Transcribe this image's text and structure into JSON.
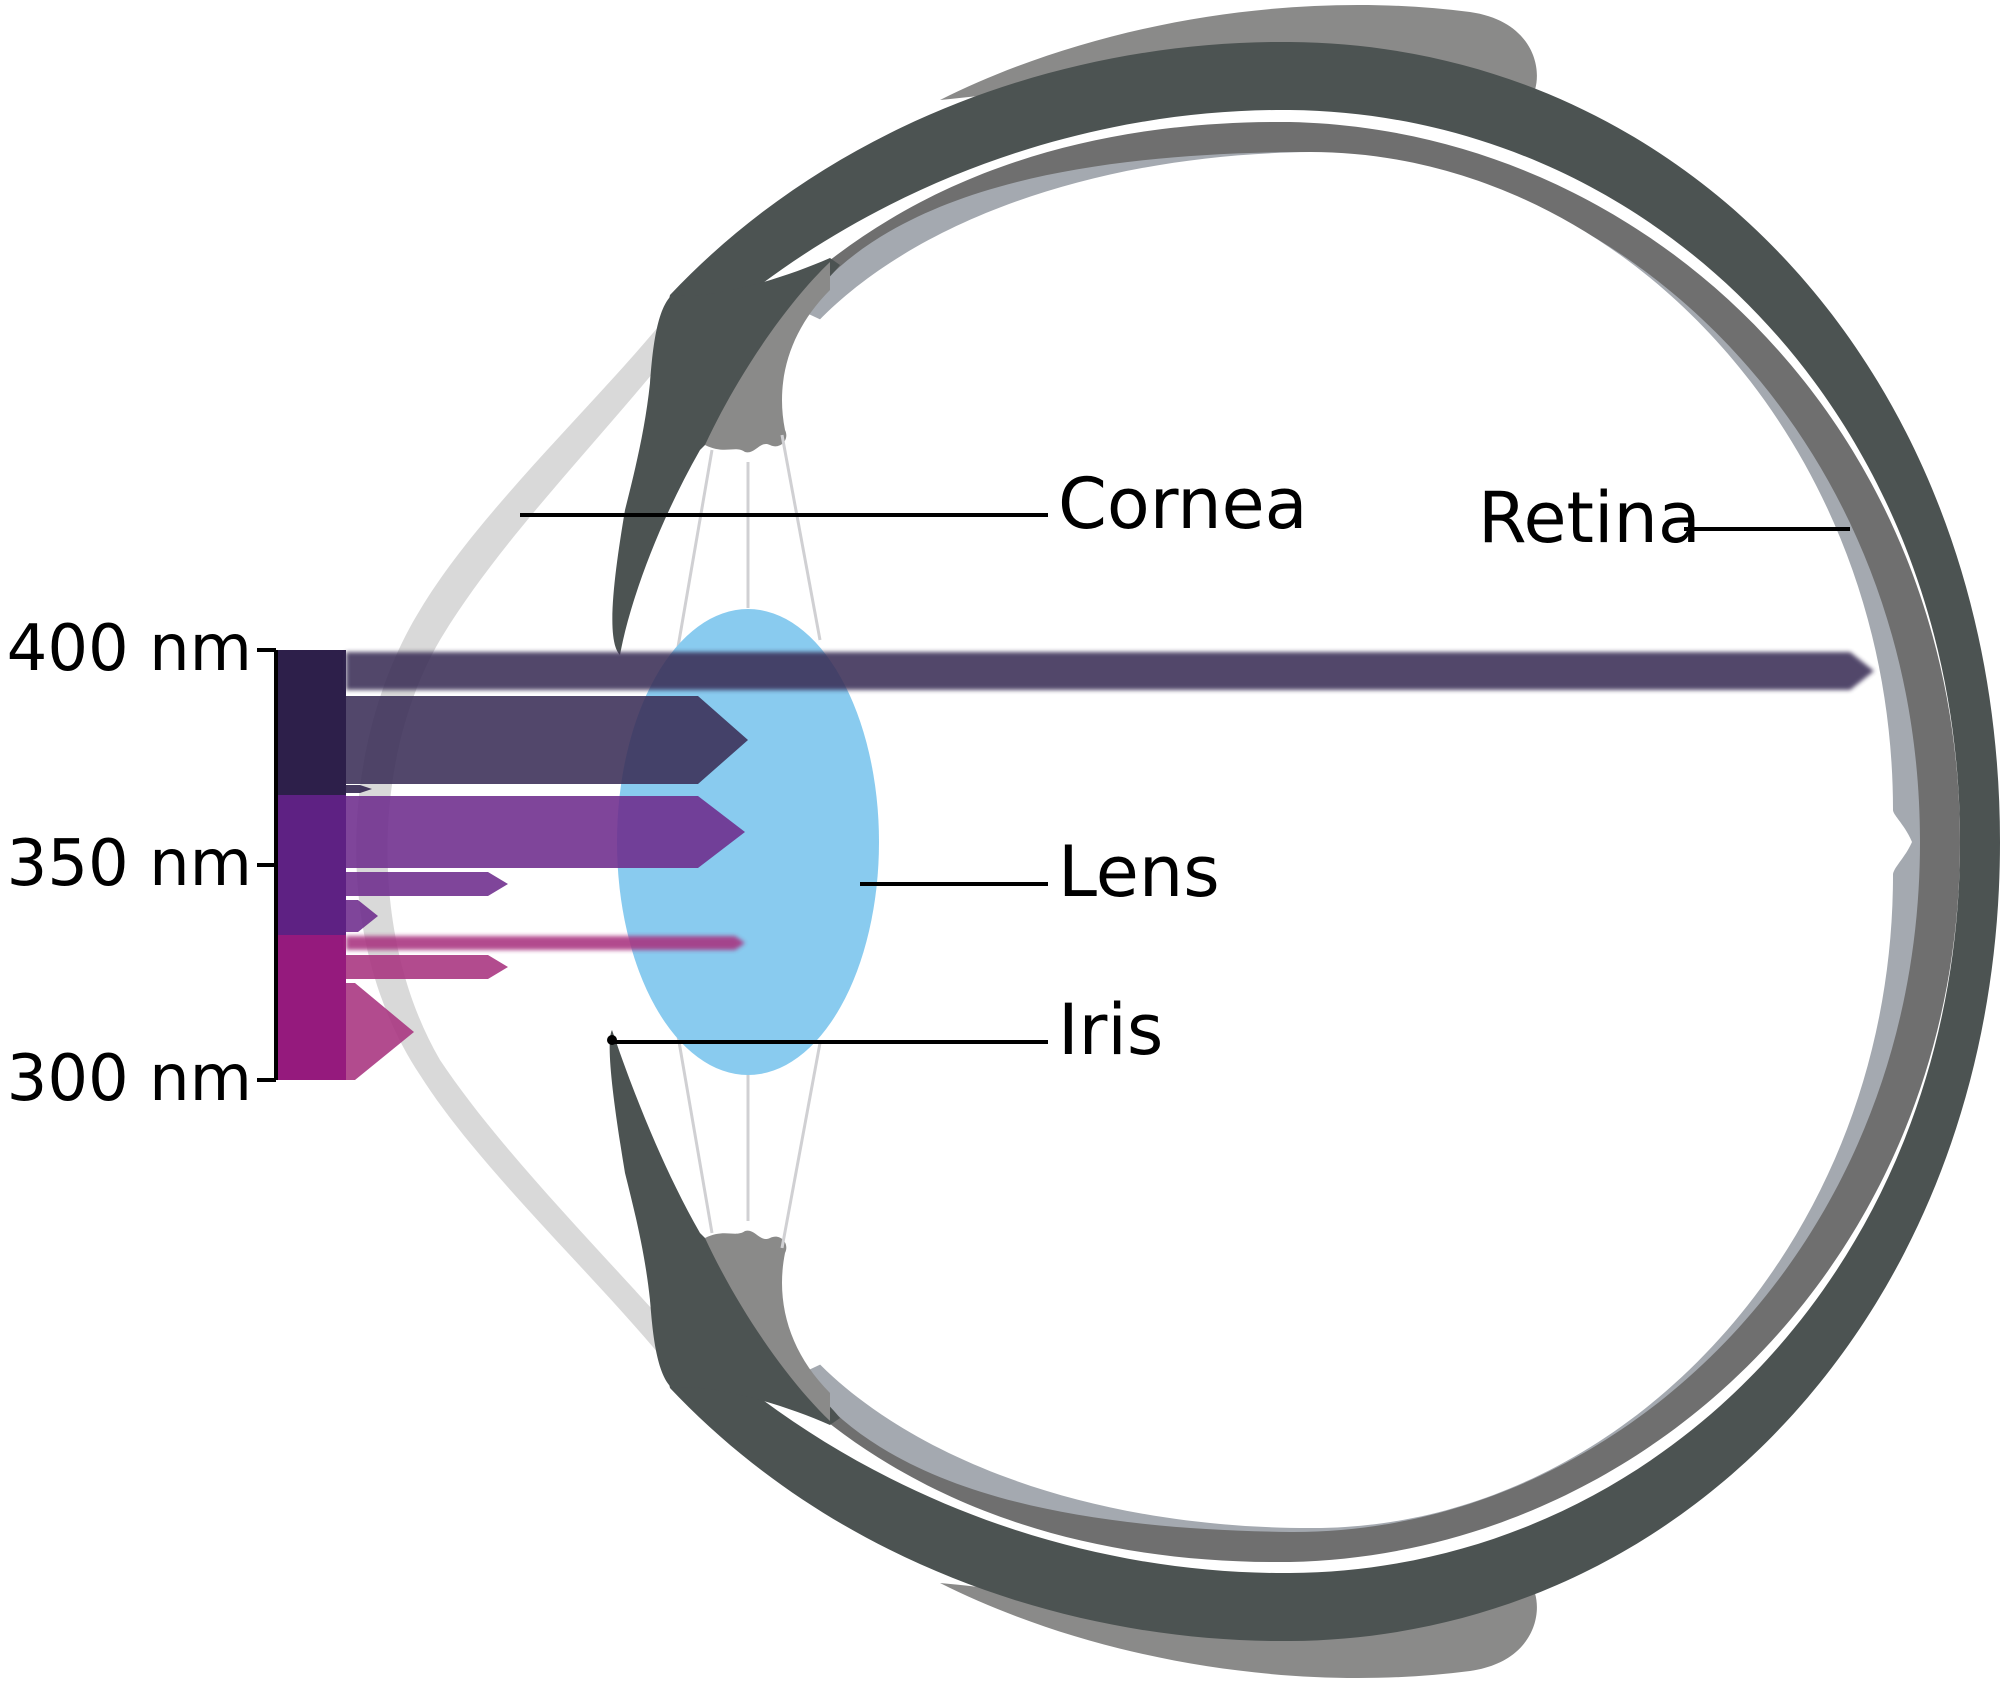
{
  "labels": {
    "cornea": "Cornea",
    "retina": "Retina",
    "lens": "Lens",
    "iris": "Iris"
  },
  "scale": {
    "ticks": [
      {
        "value": 400,
        "text": "400 nm"
      },
      {
        "value": 350,
        "text": "350 nm"
      },
      {
        "value": 300,
        "text": "300 nm"
      }
    ]
  },
  "colors": {
    "sclera_outer": "#4c5352",
    "choroid": "#6f6f6f",
    "retina_layer": "#a4a9b0",
    "ciliary": "#8a8a89",
    "cornea": "#d9d9d9",
    "lens": "#89cbef",
    "band_400": "#2d1f4a",
    "band_350": "#5e2183",
    "band_300": "#951a7d",
    "arrow_400": "#3b2e57",
    "arrow_350": "#6e2c8c",
    "arrow_300": "#a8337f"
  }
}
